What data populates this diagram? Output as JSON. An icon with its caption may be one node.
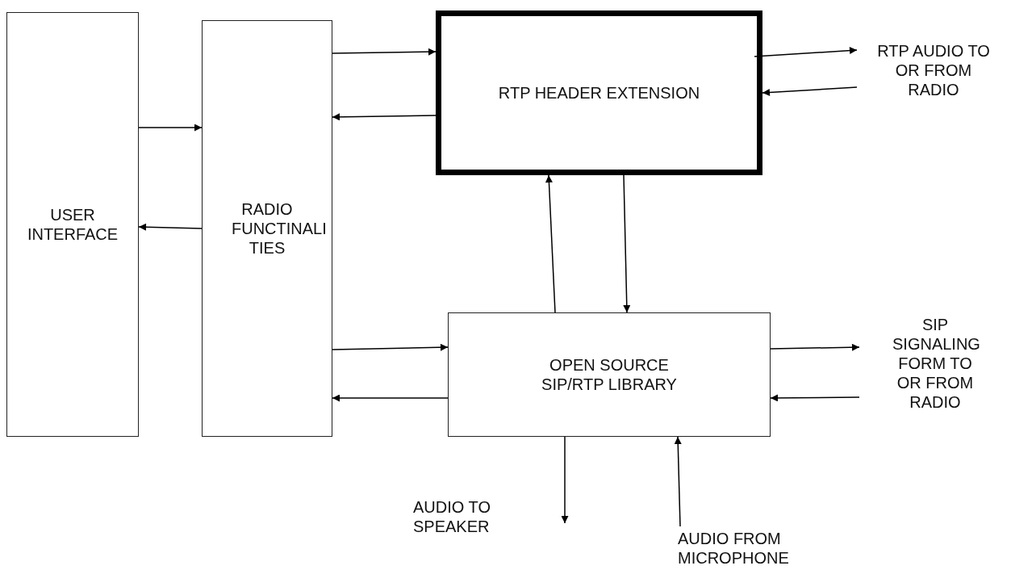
{
  "diagram": {
    "nodes": [
      {
        "text": [
          "USER INTERFACE"
        ]
      },
      {
        "text": [
          "RADIO FUNCTINALI TIES"
        ]
      },
      {
        "text": [
          "RTP HEADER EXTENSION"
        ]
      },
      {
        "text": [
          "OPEN SOURCE SIP/RTP LIBRARY"
        ]
      },
      {
        "text": [
          "RTP AUDIO TO OR FROM RADIO"
        ]
      },
      {
        "text": [
          "SIP SIGNALING FORM TO OR FROM RADIO"
        ]
      },
      {
        "text": [
          "AUDIO TO SPEAKER"
        ]
      },
      {
        "text": [
          "AUDIO FROM MICROPHONE"
        ]
      }
    ],
    "edges": [
      {
        "from": 0,
        "to": 1,
        "arrow": "to"
      },
      {
        "from": 1,
        "to": 0,
        "arrow": "to"
      },
      {
        "from": 1,
        "to": 2,
        "arrow": "to"
      },
      {
        "from": 2,
        "to": 1,
        "arrow": "to"
      },
      {
        "from": 3,
        "to": 2,
        "arrow": "to"
      },
      {
        "from": 2,
        "to": 3,
        "arrow": "to"
      },
      {
        "from": 1,
        "to": 3,
        "arrow": "to"
      },
      {
        "from": 3,
        "to": 1,
        "arrow": "to"
      },
      {
        "from": 2,
        "to": 4,
        "arrow": "to"
      },
      {
        "from": 4,
        "to": 2,
        "arrow": "to"
      },
      {
        "from": 3,
        "to": 5,
        "arrow": "to"
      },
      {
        "from": 5,
        "to": 3,
        "arrow": "to"
      },
      {
        "from": 3,
        "to": 6,
        "arrow": "to"
      },
      {
        "from": 7,
        "to": 3,
        "arrow": "to"
      }
    ]
  }
}
